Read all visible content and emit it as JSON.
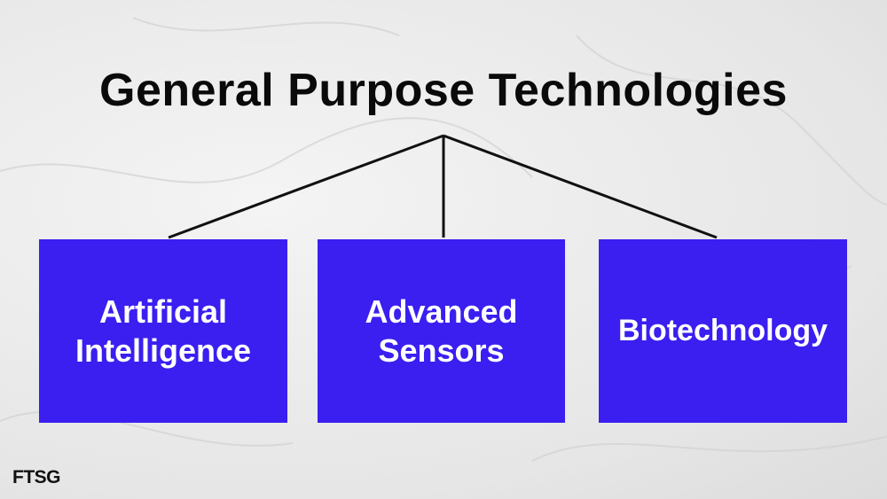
{
  "title": "General Purpose Technologies",
  "boxes": [
    {
      "line1": "Artificial",
      "line2": "Intelligence"
    },
    {
      "line1": "Advanced",
      "line2": "Sensors"
    },
    {
      "line1": "Biotechnology"
    }
  ],
  "logo": "FTSG",
  "colors": {
    "box": "#3a1ff0",
    "text": "#ffffff",
    "line": "#111111"
  }
}
